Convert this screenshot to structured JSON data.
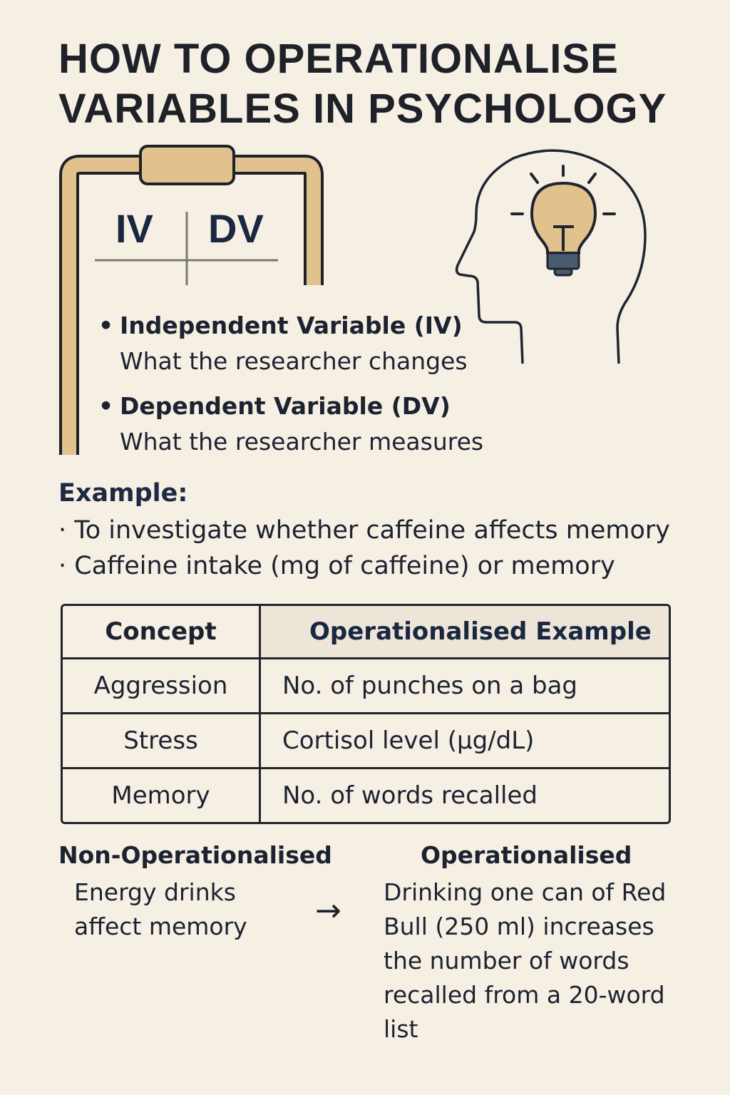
{
  "title": {
    "line1": "HOW TO OPERATIONALISE",
    "line2": "VARIABLES IN PSYCHOLOGY"
  },
  "clipboard": {
    "iv": "IV",
    "dv": "DV"
  },
  "definitions": [
    {
      "term": "Independent Variable (IV)",
      "desc": "What the researcher changes"
    },
    {
      "term": "Dependent Variable (DV)",
      "desc": "What the researcher measures"
    }
  ],
  "example": {
    "heading": "Example:",
    "lines": [
      "To investigate whether caffeine affects memory",
      "Caffeine intake (mg of caffeine)  or memory"
    ]
  },
  "table": {
    "headers": [
      "Concept",
      "Operationalised Example"
    ],
    "rows": [
      [
        "Aggression",
        "No. of punches on a bag"
      ],
      [
        "Stress",
        "Cortisol level (µg/dL)"
      ],
      [
        "Memory",
        "No. of words recalled"
      ]
    ]
  },
  "comparison": {
    "left_heading": "Non-Operationalised",
    "left_lines": [
      "Energy drinks",
      "affect memory"
    ],
    "arrow": "→",
    "right_heading": "Operationalised",
    "right_lines": [
      "Drinking one can of Red",
      "Bull (250 ml) increases",
      "the number of words",
      "recalled from a 20-word",
      "list"
    ]
  },
  "colors": {
    "background": "#f6efe4",
    "accent": "#e2c28c",
    "ink": "#1c2230",
    "bulb_base": "#3f5166"
  }
}
